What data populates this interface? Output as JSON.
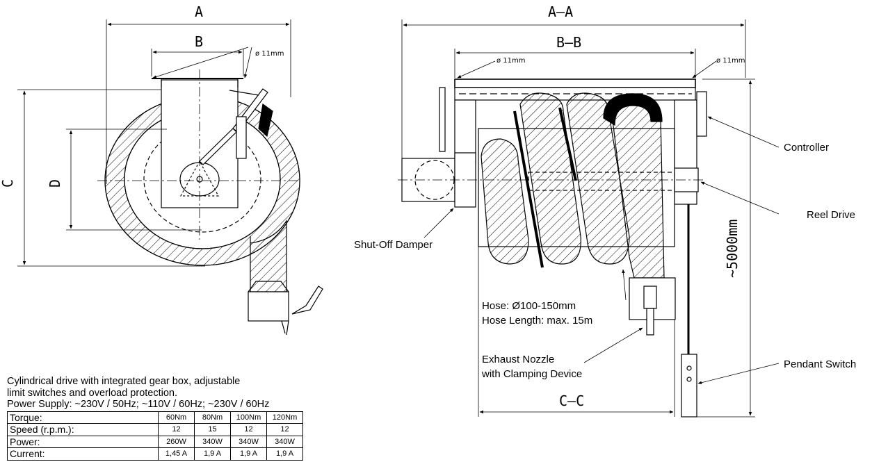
{
  "dimensions": {
    "left_width": "A",
    "left_inner_width": "B",
    "left_height": "C",
    "left_drum": "D",
    "right_width": "A–A",
    "right_inner_width": "B–B",
    "right_bottom": "C–C",
    "hose_drop": "~5000mm",
    "hole_left": "ø 11mm",
    "hole_right_a": "ø 11mm",
    "hole_right_b": "ø 11mm"
  },
  "callouts": {
    "controller": "Controller",
    "reel_drive": "Reel Drive",
    "shut_off_damper": "Shut-Off Damper",
    "hose_diameter": "Hose: Ø100-150mm",
    "hose_length": "Hose Length: max. 15m",
    "nozzle_line1": "Exhaust Nozzle",
    "nozzle_line2": "with Clamping Device",
    "pendant_switch": "Pendant Switch"
  },
  "specs": {
    "line1": "Cylindrical drive with integrated gear box, adjustable",
    "line2": "limit switches and overload protection.",
    "power_supply": "Power Supply: ~230V / 50Hz; ~110V / 60Hz; ~230V / 60Hz",
    "rows": [
      {
        "label": "Torque:",
        "values": [
          "60Nm",
          "80Nm",
          "100Nm",
          "120Nm"
        ]
      },
      {
        "label": "Speed (r.p.m.):",
        "values": [
          "12",
          "15",
          "12",
          "12"
        ]
      },
      {
        "label": "Power:",
        "values": [
          "260W",
          "340W",
          "340W",
          "340W"
        ]
      },
      {
        "label": "Current:",
        "values": [
          "1,45 A",
          "1,9 A",
          "1,9 A",
          "1,9 A"
        ]
      }
    ]
  }
}
